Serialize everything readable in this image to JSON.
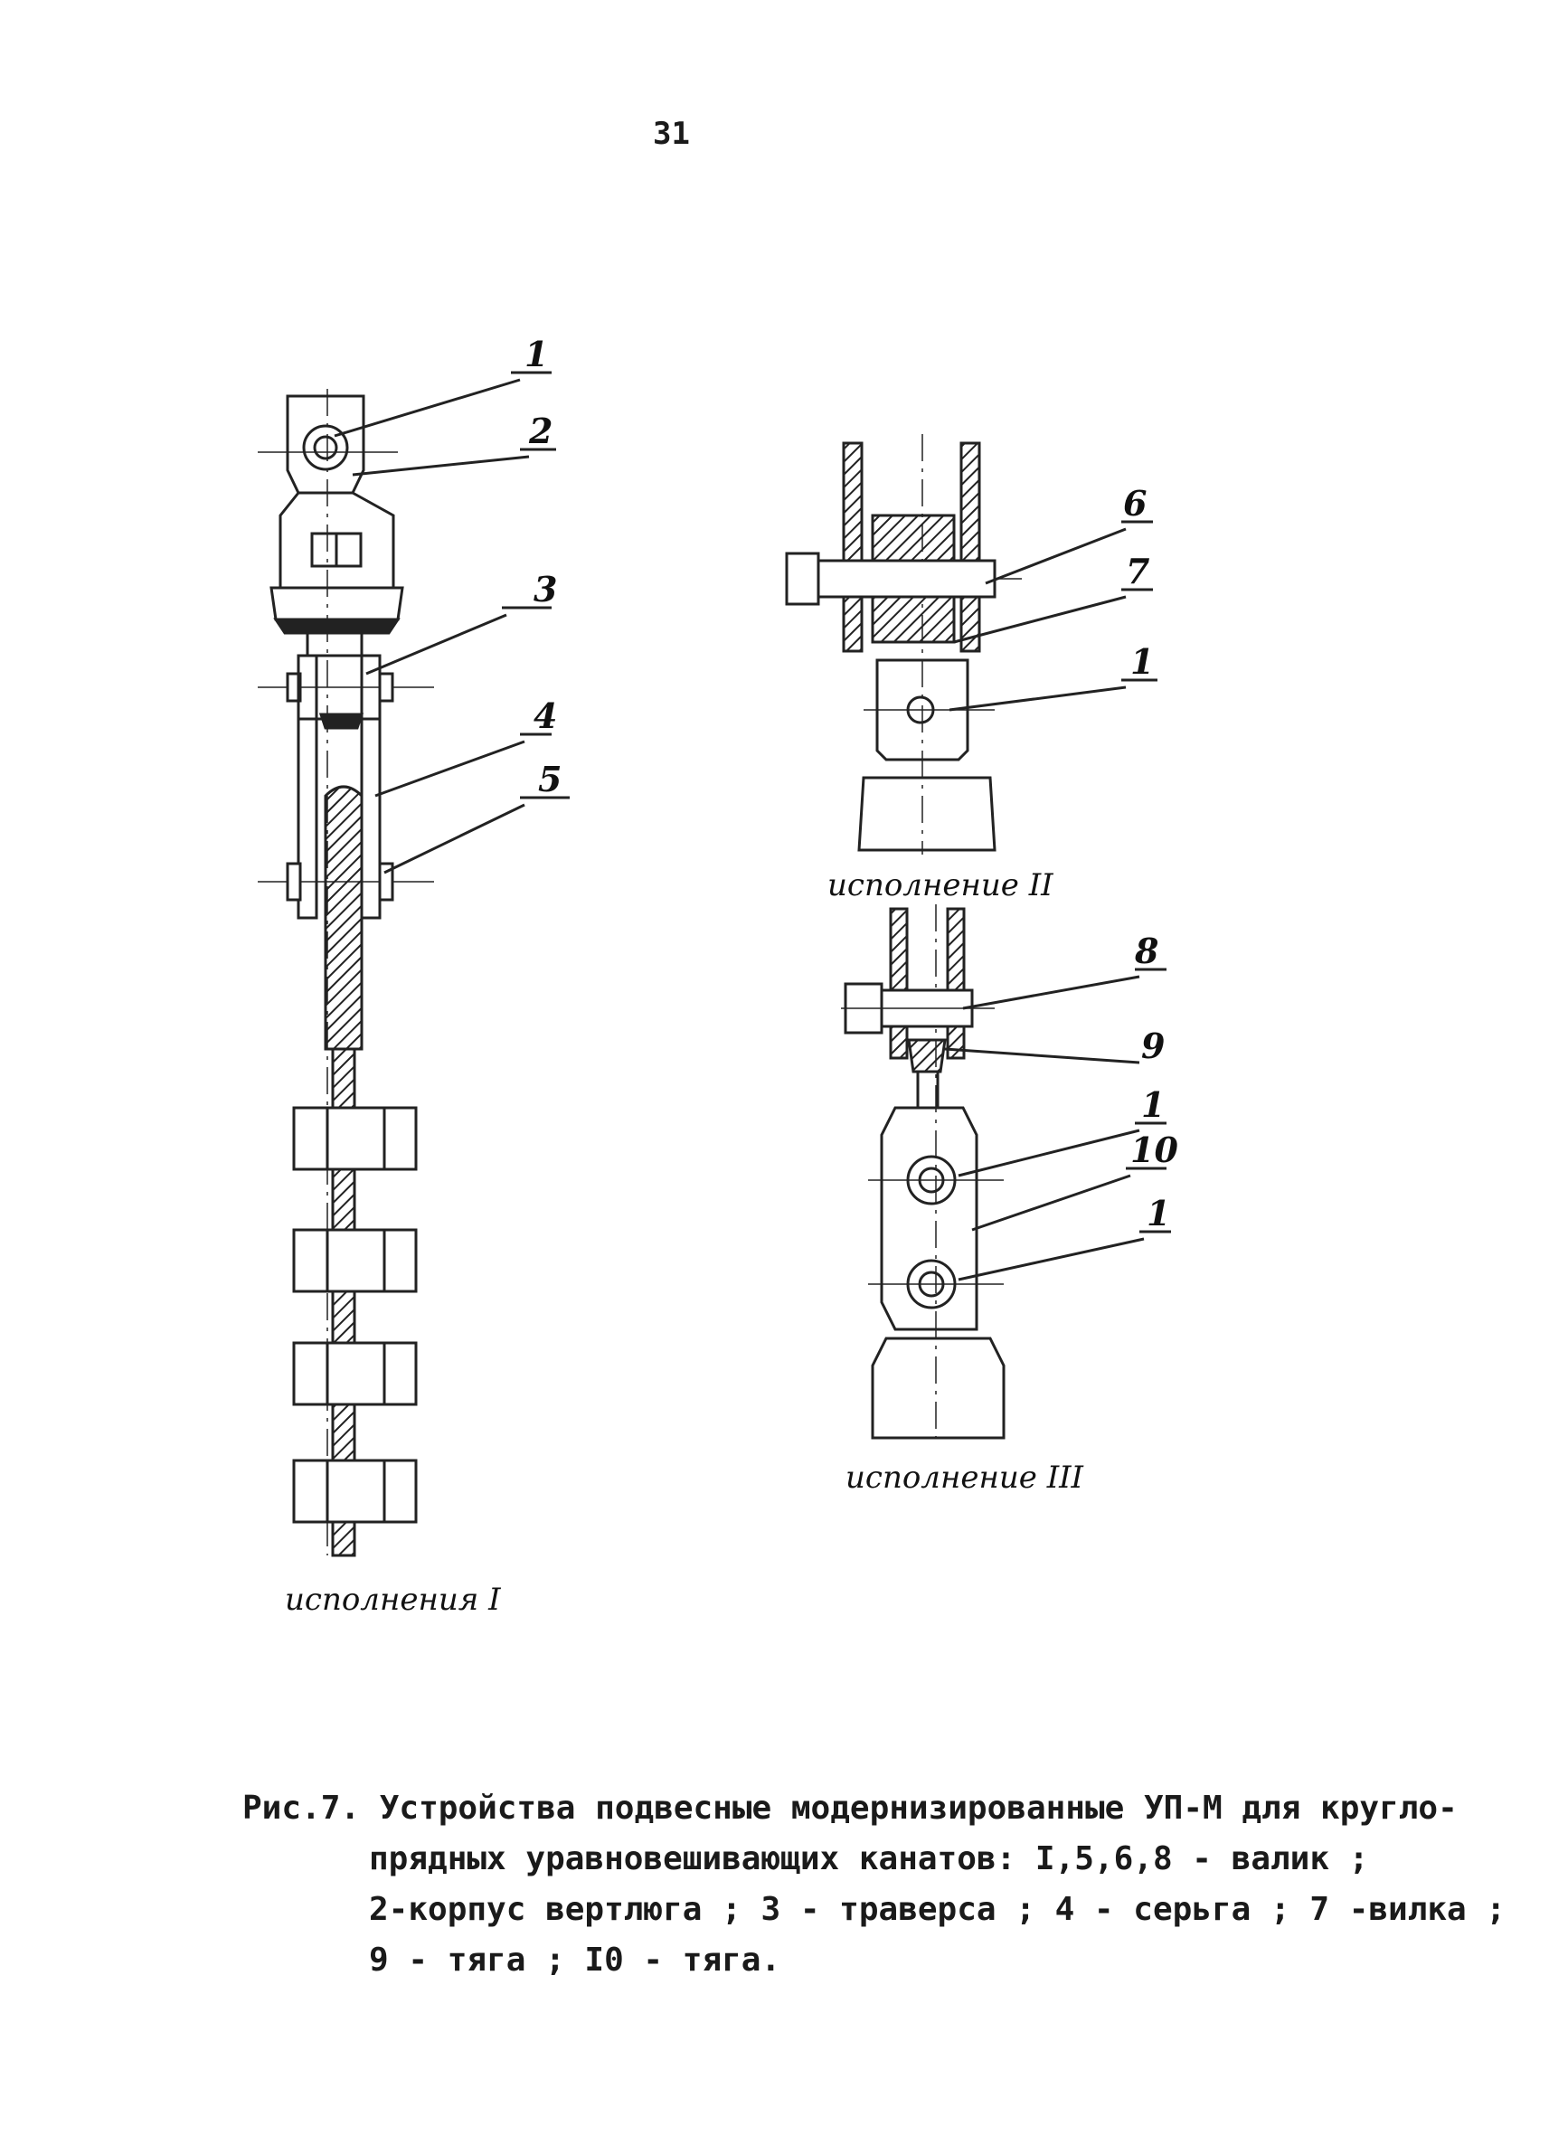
{
  "page": {
    "number": "31"
  },
  "figure": {
    "callouts": {
      "v1": [
        "1",
        "2",
        "3",
        "4",
        "5"
      ],
      "v2": [
        "6",
        "7",
        "1"
      ],
      "v3": [
        "8",
        "9",
        "1",
        "10",
        "1"
      ]
    },
    "variant_labels": {
      "v1": "исполнения I",
      "v2": "исполнение II",
      "v3": "исполнение III"
    }
  },
  "caption": {
    "line1": "Рис.7. Устройства подвесные модернизированные УП-М для кругло-",
    "line2": "прядных уравновешивающих канатов: I,5,6,8 - валик ;",
    "line3": "2-корпус вертлюга ; 3 - траверса ; 4 - серьга ; 7 -вилка ;",
    "line4": "9 - тяга ; I0 - тяга."
  }
}
